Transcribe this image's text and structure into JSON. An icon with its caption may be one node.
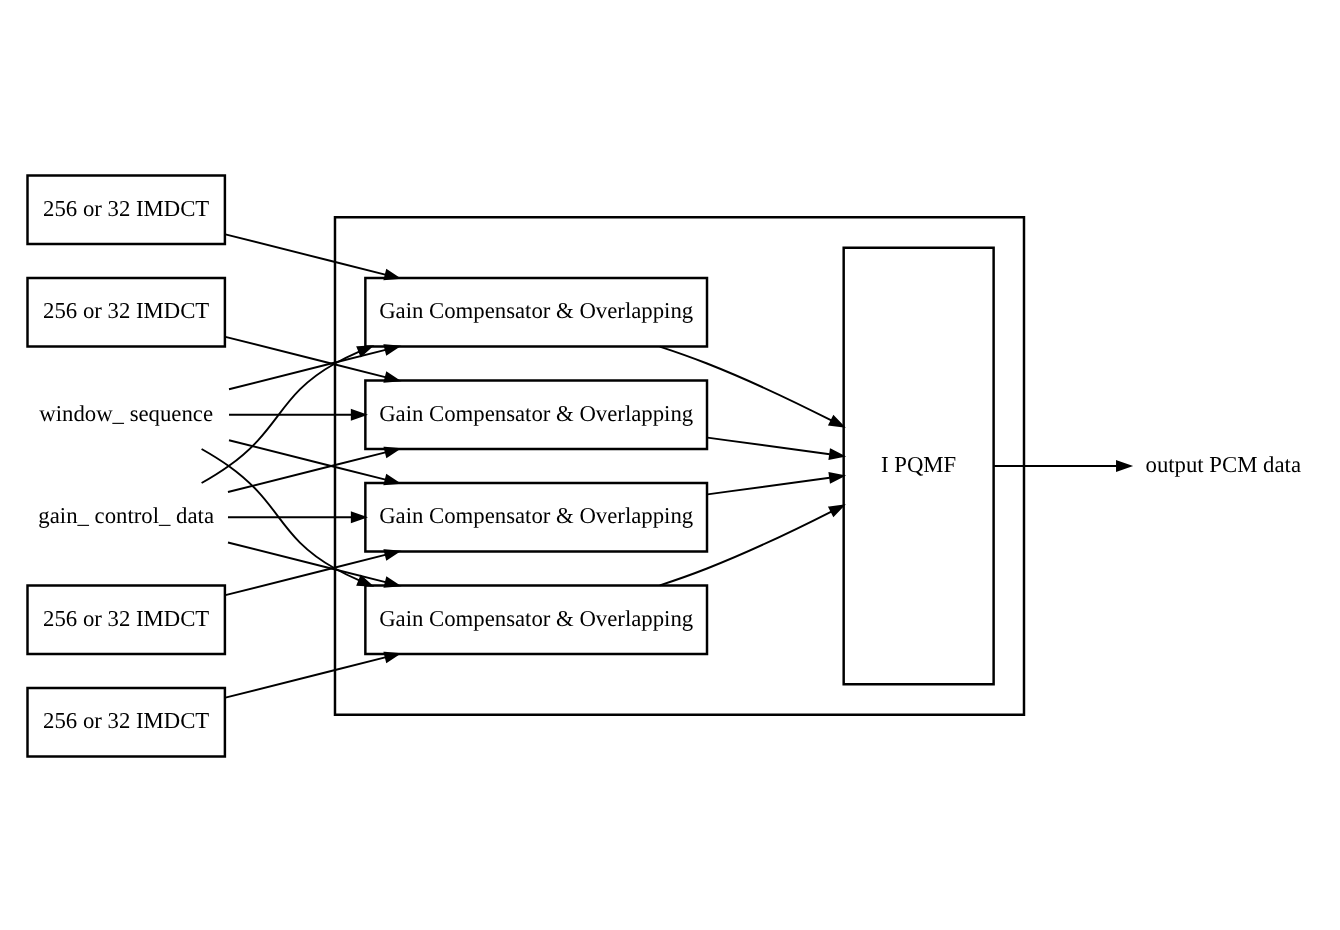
{
  "diagram": {
    "nodes": [
      {
        "text": [
          "window_ sequence"
        ]
      },
      {
        "text": [
          "gain_ control_ data"
        ]
      },
      {
        "text": [
          "256 or 32 IMDCT"
        ]
      },
      {
        "text": [
          "256 or 32 IMDCT"
        ]
      },
      {
        "text": [
          "256 or 32 IMDCT"
        ]
      },
      {
        "text": [
          "256 or 32 IMDCT"
        ]
      },
      {
        "text": [],
        "shape": "box"
      },
      {
        "text": [
          "Gain Compensator & Overlapping"
        ],
        "in": 6
      },
      {
        "text": [
          "Gain Compensator & Overlapping"
        ],
        "in": 6
      },
      {
        "text": [
          "Gain Compensator & Overlapping"
        ],
        "in": 6
      },
      {
        "text": [
          "Gain Compensator & Overlapping"
        ],
        "in": 6
      },
      {
        "text": [
          "I PQMF"
        ],
        "in": 6
      },
      {
        "text": [
          "output PCM data"
        ]
      }
    ],
    "edges": [
      {
        "from": 0,
        "to": 7,
        "arrow": "to"
      },
      {
        "from": 1,
        "to": 7,
        "arrow": "to"
      },
      {
        "from": 2,
        "to": 7,
        "arrow": "to"
      },
      {
        "from": 0,
        "to": 8,
        "arrow": "to"
      },
      {
        "from": 1,
        "to": 8,
        "arrow": "to"
      },
      {
        "from": 3,
        "to": 8,
        "arrow": "to"
      },
      {
        "from": 0,
        "to": 9,
        "arrow": "to"
      },
      {
        "from": 1,
        "to": 9,
        "arrow": "to"
      },
      {
        "from": 4,
        "to": 9,
        "arrow": "to"
      },
      {
        "from": 0,
        "to": 10,
        "arrow": "to"
      },
      {
        "from": 1,
        "to": 10,
        "arrow": "to"
      },
      {
        "from": 5,
        "to": 10,
        "arrow": "to"
      },
      {
        "from": 7,
        "to": 11,
        "arrow": "to"
      },
      {
        "from": 8,
        "to": 11,
        "arrow": "to"
      },
      {
        "from": 9,
        "to": 11,
        "arrow": "to"
      },
      {
        "from": 10,
        "to": 11,
        "arrow": "to"
      },
      {
        "from": 11,
        "to": 12,
        "arrow": "to"
      }
    ]
  }
}
